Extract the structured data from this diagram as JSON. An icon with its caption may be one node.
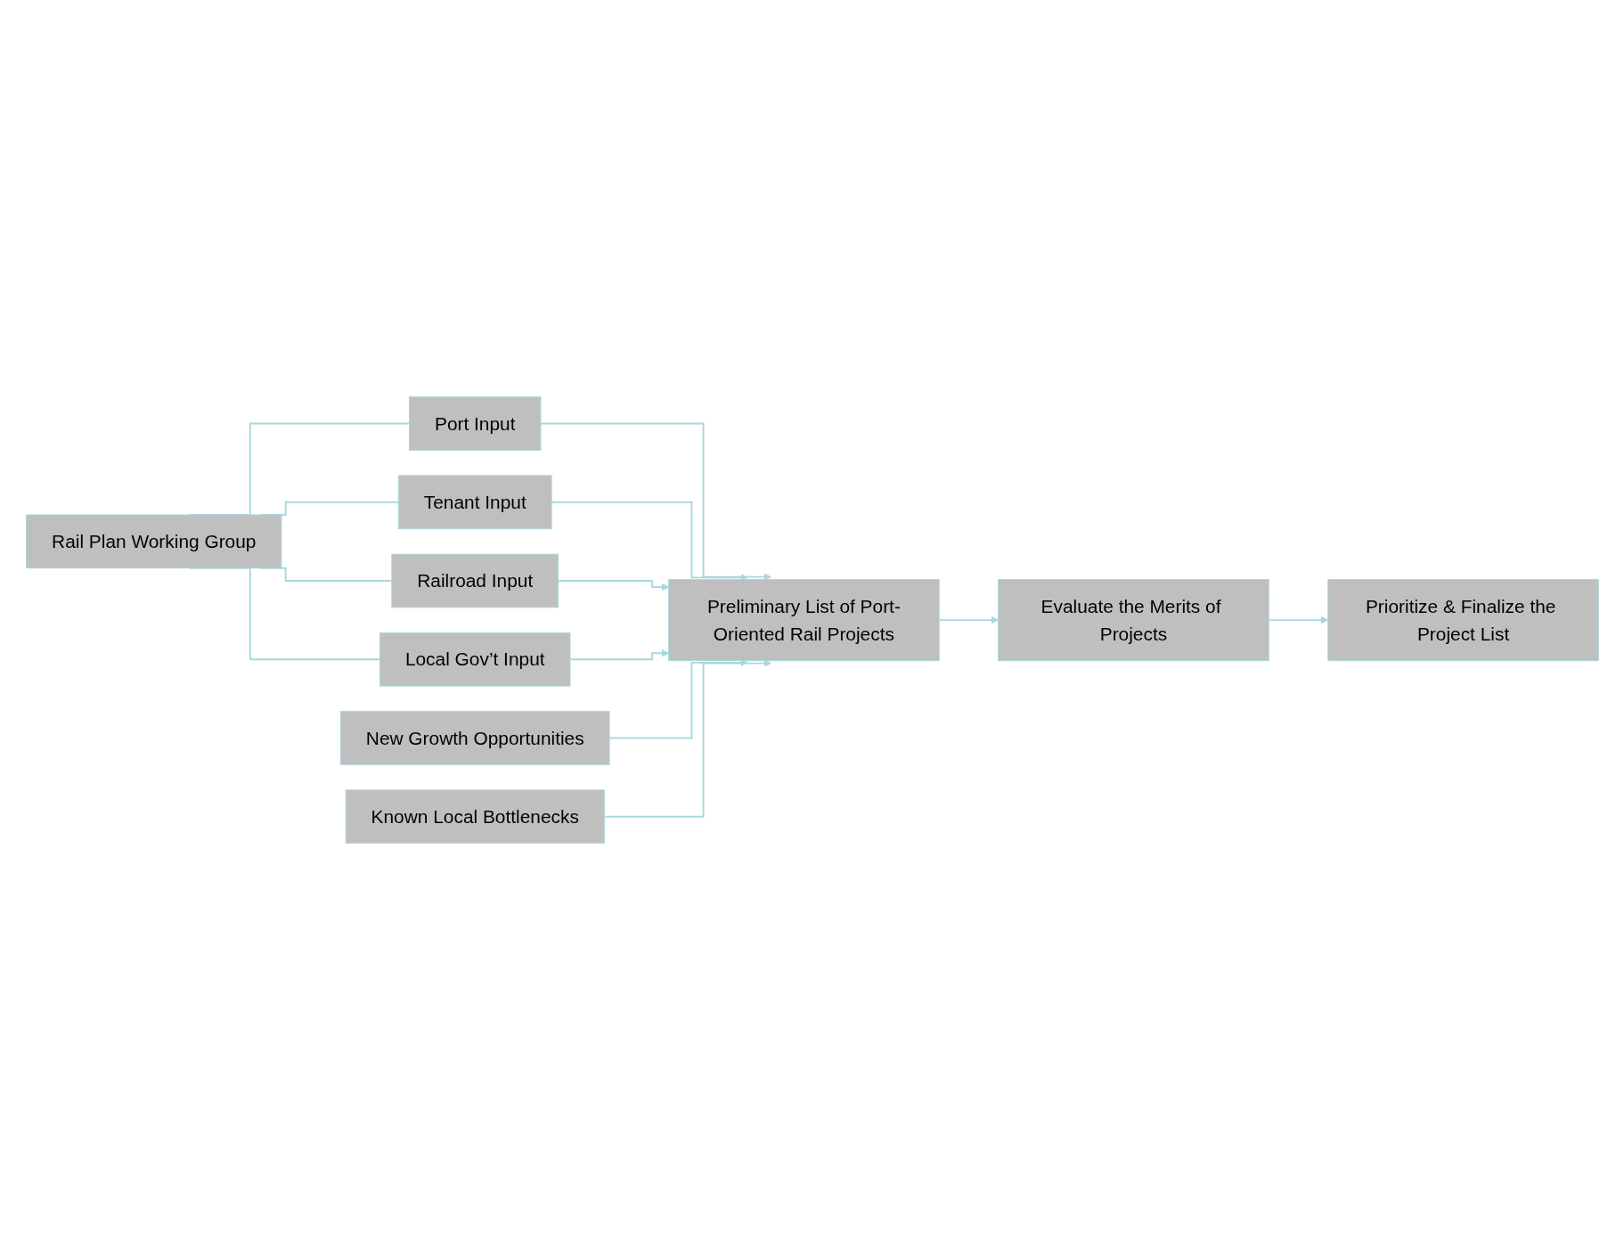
{
  "diagram": {
    "nodes": [
      {
        "text": [
          "Rail Plan Working Group"
        ]
      },
      {
        "text": [
          "Port Input"
        ]
      },
      {
        "text": [
          "Tenant Input"
        ]
      },
      {
        "text": [
          "Railroad Input"
        ]
      },
      {
        "text": [
          "Local Gov’t Input"
        ]
      },
      {
        "text": [
          "New Growth Opportunities"
        ]
      },
      {
        "text": [
          "Known Local Bottlenecks"
        ]
      },
      {
        "text": [
          "Preliminary List of Port-Oriented Rail Projects"
        ]
      },
      {
        "text": [
          "Evaluate the Merits of Projects"
        ]
      },
      {
        "text": [
          "Prioritize & Finalize the Project List"
        ]
      }
    ],
    "edges": [
      {
        "from": 0,
        "to": 1,
        "arrow": "none"
      },
      {
        "from": 0,
        "to": 2,
        "arrow": "none"
      },
      {
        "from": 0,
        "to": 3,
        "arrow": "none"
      },
      {
        "from": 0,
        "to": 4,
        "arrow": "none"
      },
      {
        "from": 1,
        "to": 7,
        "arrow": "to"
      },
      {
        "from": 2,
        "to": 7,
        "arrow": "to"
      },
      {
        "from": 3,
        "to": 7,
        "arrow": "to"
      },
      {
        "from": 4,
        "to": 7,
        "arrow": "to"
      },
      {
        "from": 5,
        "to": 7,
        "arrow": "to"
      },
      {
        "from": 6,
        "to": 7,
        "arrow": "to"
      },
      {
        "from": 7,
        "to": 8,
        "arrow": "to"
      },
      {
        "from": 8,
        "to": 9,
        "arrow": "to"
      }
    ]
  }
}
